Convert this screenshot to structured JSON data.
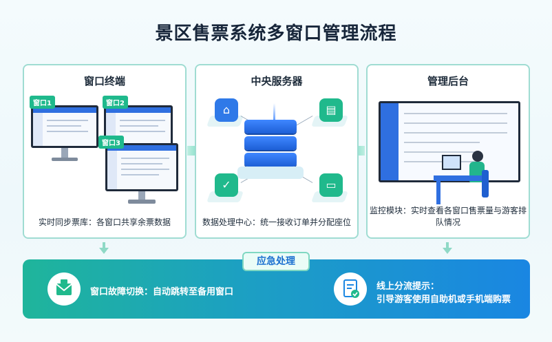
{
  "title": "景区售票系统多窗口管理流程",
  "panels": {
    "terminal": {
      "title": "窗口终端",
      "caption": "实时同步票库：各窗口共享余票数据",
      "tags": [
        "窗口1",
        "窗口2",
        "窗口3"
      ]
    },
    "server": {
      "title": "中央服务器",
      "caption": "数据处理中心：统一接收订单并分配座位"
    },
    "admin": {
      "title": "管理后台",
      "caption": "监控模块：实时查看各窗口售票量与游客排队情况"
    }
  },
  "emergency": {
    "label": "应急处理",
    "left_text": "窗口故障切换：自动跳转至备用窗口",
    "right_line1": "线上分流提示：",
    "right_line2": "引导游客使用自助机或手机端购票"
  },
  "icons": {
    "terminal": "monitor-icon",
    "server": "server-icon",
    "admin": "person-at-desk-icon",
    "failover": "envelope-switch-icon",
    "diversion": "clipboard-check-icon"
  },
  "colors": {
    "accent_green": "#1fb98c",
    "accent_blue": "#1a86e2",
    "panel_border": "#9fdcd2"
  }
}
